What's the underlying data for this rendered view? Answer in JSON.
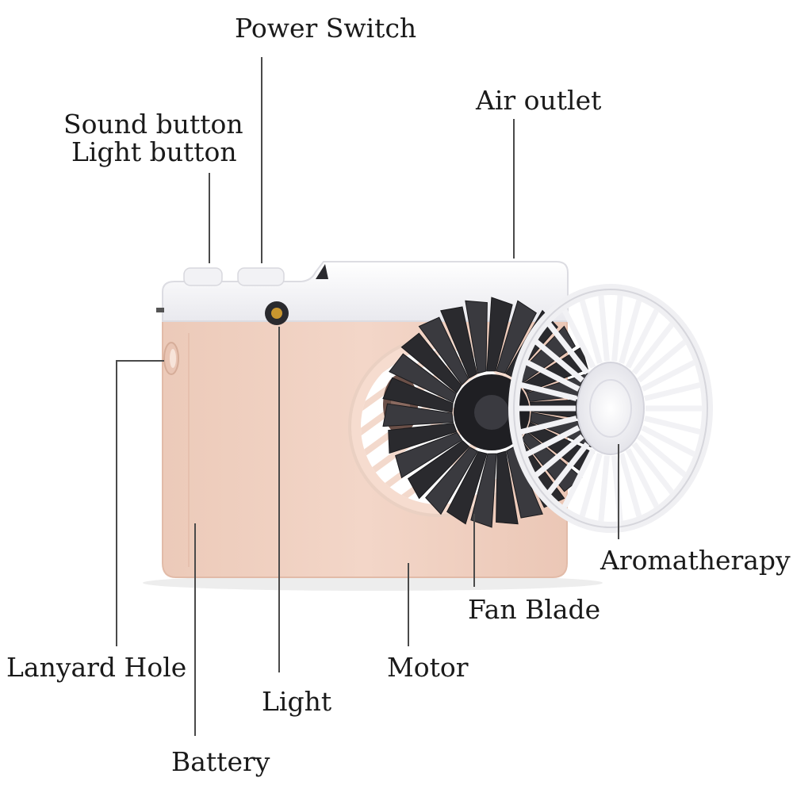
{
  "labels": {
    "power_switch": "Power Switch",
    "sound_button": "Sound button",
    "light_button": "Light button",
    "air_outlet": "Air outlet",
    "lanyard_hole": "Lanyard Hole",
    "light": "Light",
    "battery": "Battery",
    "motor": "Motor",
    "fan_blade": "Fan Blade",
    "aromatherapy": "Aromatherapy"
  },
  "colors": {
    "body_pink": "#f1d3c4",
    "top_white": "#f6f6f8",
    "blade_black": "#2a2a2e",
    "grille_white": "#f4f4f6",
    "leader_gray": "#4a4a4a"
  },
  "icons": {
    "light": "lens-dot-icon",
    "buttons": "round-button-icon"
  }
}
